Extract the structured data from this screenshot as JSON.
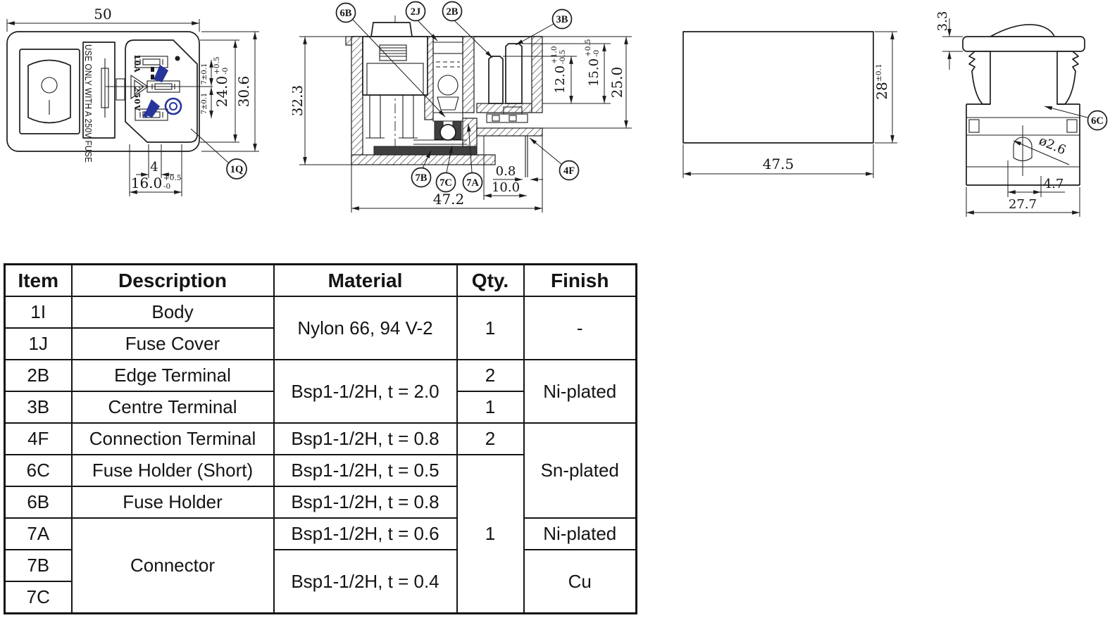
{
  "colors": {
    "line": "#1c1c1c",
    "cert_blue": "#27359b",
    "background": "#ffffff"
  },
  "views": {
    "front": {
      "w50": "50",
      "h306": "30.6",
      "h24": "24.0",
      "h24p": "+0.5",
      "h24m": "-0",
      "p7a": "7±0.1",
      "p7b": "7±0.1",
      "d4": "4",
      "w16": "16.0",
      "w16p": "+0.5",
      "w16m": "-0",
      "fuse_label": "USE ONLY WITH A 250V FUSE",
      "amp": "10A",
      "volt": "250V",
      "balloon": "1Q"
    },
    "section": {
      "b6b": "6B",
      "b2j": "2J",
      "b2b": "2B",
      "b3b": "3B",
      "b7b": "7B",
      "b7c": "7C",
      "b7a": "7A",
      "b4f": "4F",
      "h323": "32.3",
      "h250": "25.0",
      "h120": "12.0",
      "h120p": "+1.0",
      "h120m": "-0.5",
      "h150": "15.0",
      "h150p": "+0.5",
      "h150m": "-0",
      "t08": "0.8",
      "w100": "10.0",
      "w472": "47.2"
    },
    "cutout": {
      "w475": "47.5",
      "h28": "28",
      "h28tol": "±0.1"
    },
    "side": {
      "t33": "3.3",
      "b6c": "6C",
      "hole": "ø2.6",
      "off47": "4.7",
      "w277": "27.7"
    }
  },
  "table": {
    "headers": [
      "Item",
      "Description",
      "Material",
      "Qty.",
      "Finish"
    ],
    "rows": [
      {
        "item": "1I",
        "desc": "Body"
      },
      {
        "item": "1J",
        "desc": "Fuse Cover"
      },
      {
        "item": "2B",
        "desc": "Edge Terminal",
        "qty": "2"
      },
      {
        "item": "3B",
        "desc": "Centre Terminal",
        "qty": "1"
      },
      {
        "item": "4F",
        "desc": "Connection Terminal",
        "mat": "Bsp1-1/2H, t = 0.8",
        "qty": "2"
      },
      {
        "item": "6C",
        "desc": "Fuse Holder (Short)",
        "mat": "Bsp1-1/2H, t = 0.5"
      },
      {
        "item": "6B",
        "desc": "Fuse Holder",
        "mat": "Bsp1-1/2H, t = 0.8"
      },
      {
        "item": "7A",
        "mat": "Bsp1-1/2H, t = 0.6",
        "finish": "Ni-plated"
      },
      {
        "item": "7B"
      },
      {
        "item": "7C"
      }
    ],
    "merged": {
      "mat_nylon": "Nylon 66, 94 V-2",
      "qty_body": "1",
      "finish_body": "-",
      "mat_t20": "Bsp1-1/2H, t = 2.0",
      "finish_ni": "Ni-plated",
      "finish_sn": "Sn-plated",
      "qty_one": "1",
      "desc_connector": "Connector",
      "mat_t04": "Bsp1-1/2H, t = 0.4",
      "finish_cu": "Cu"
    }
  }
}
